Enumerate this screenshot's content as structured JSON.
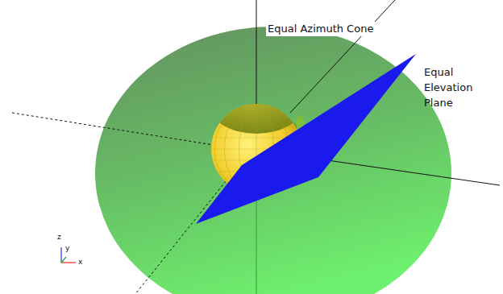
{
  "diagram": {
    "labels": [
      "Equal Azimuth Cone",
      "Equal Elevation Plane",
      "z",
      "y",
      "x"
    ]
  }
}
